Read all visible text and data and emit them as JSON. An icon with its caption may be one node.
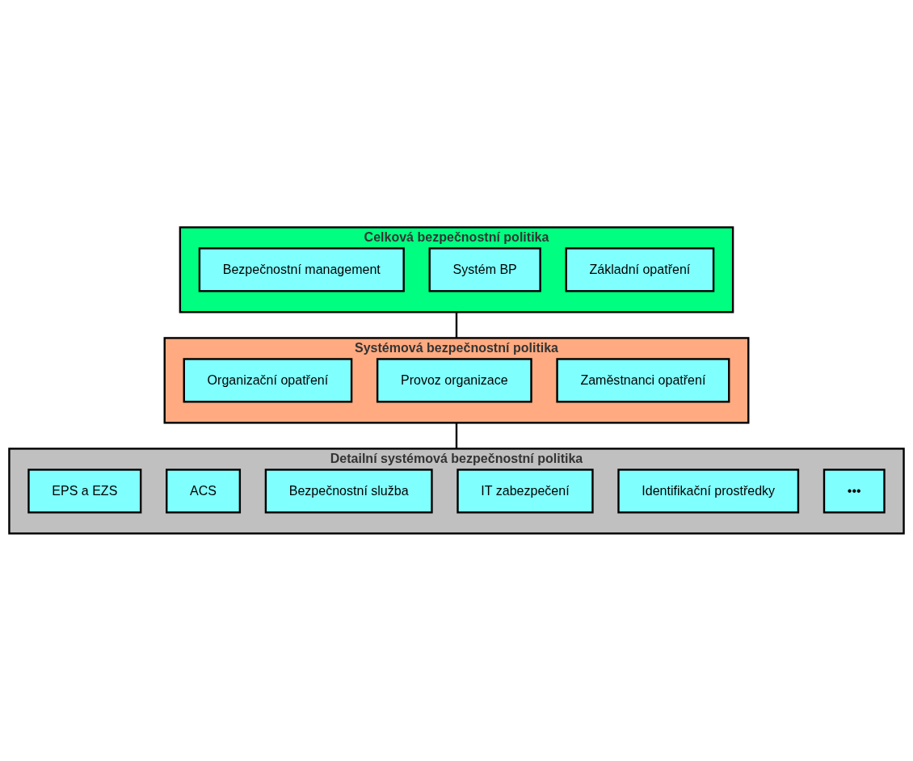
{
  "diagram": {
    "nodes": [
      {
        "text": [
          "Celková bezpečnostní politika"
        ]
      },
      {
        "text": [
          "Bezpečnostní management"
        ],
        "in": 0
      },
      {
        "text": [
          "Systém BP"
        ],
        "in": 0
      },
      {
        "text": [
          "Základní opatření"
        ],
        "in": 0
      },
      {
        "text": [
          "Systémová bezpečnostní politika"
        ]
      },
      {
        "text": [
          "Organizační opatření"
        ],
        "in": 4
      },
      {
        "text": [
          "Provoz organizace"
        ],
        "in": 4
      },
      {
        "text": [
          "Zaměstnanci opatření"
        ],
        "in": 4
      },
      {
        "text": [
          "Detailní systémová bezpečnostní politika"
        ]
      },
      {
        "text": [
          "EPS a EZS"
        ],
        "in": 8
      },
      {
        "text": [
          "ACS"
        ],
        "in": 8
      },
      {
        "text": [
          "Bezpečnostní služba"
        ],
        "in": 8
      },
      {
        "text": [
          "IT zabezpečení"
        ],
        "in": 8
      },
      {
        "text": [
          "Identifikační prostředky"
        ],
        "in": 8
      },
      {
        "text": [
          "•••"
        ],
        "in": 8
      }
    ],
    "edges": [
      {
        "from": 0,
        "to": 4,
        "arrow": "none"
      },
      {
        "from": 4,
        "to": 8,
        "arrow": "none"
      }
    ]
  }
}
